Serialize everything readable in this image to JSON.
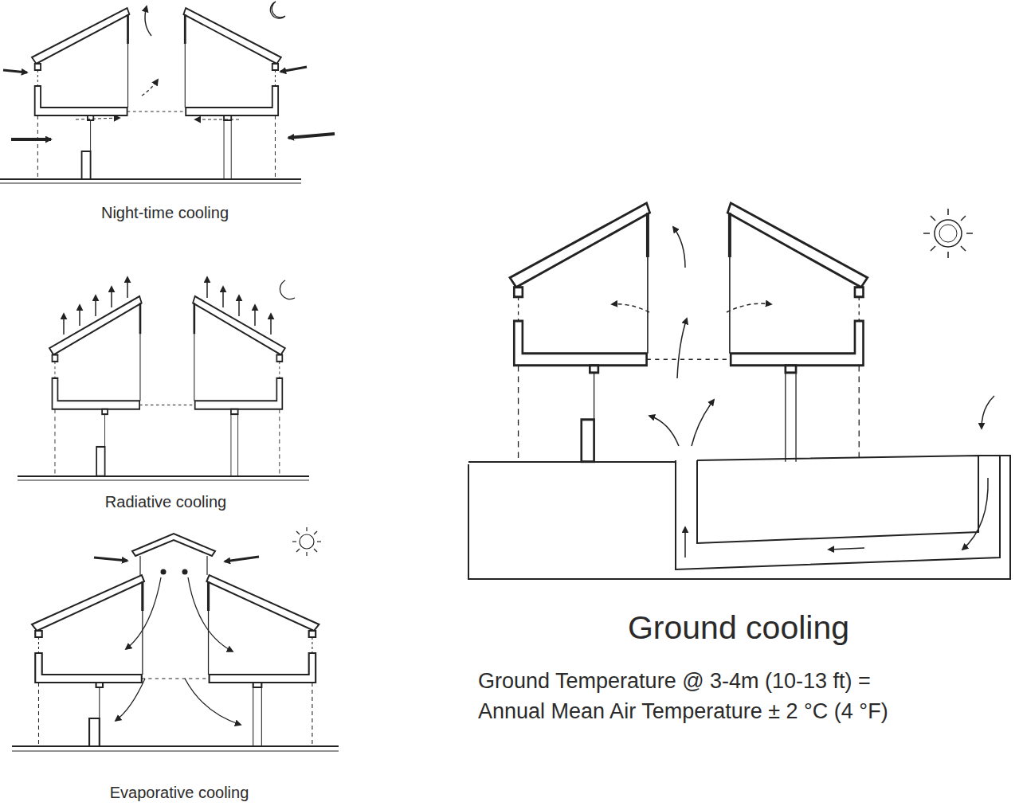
{
  "diagram": {
    "labels": [
      "Night-time cooling",
      "Radiative cooling",
      "Evaporative cooling",
      "Ground cooling",
      "Ground Temperature @ 3-4m (10-13 ft) = Annual Mean Air Temperature ± 2 °C (4 °F)"
    ]
  }
}
